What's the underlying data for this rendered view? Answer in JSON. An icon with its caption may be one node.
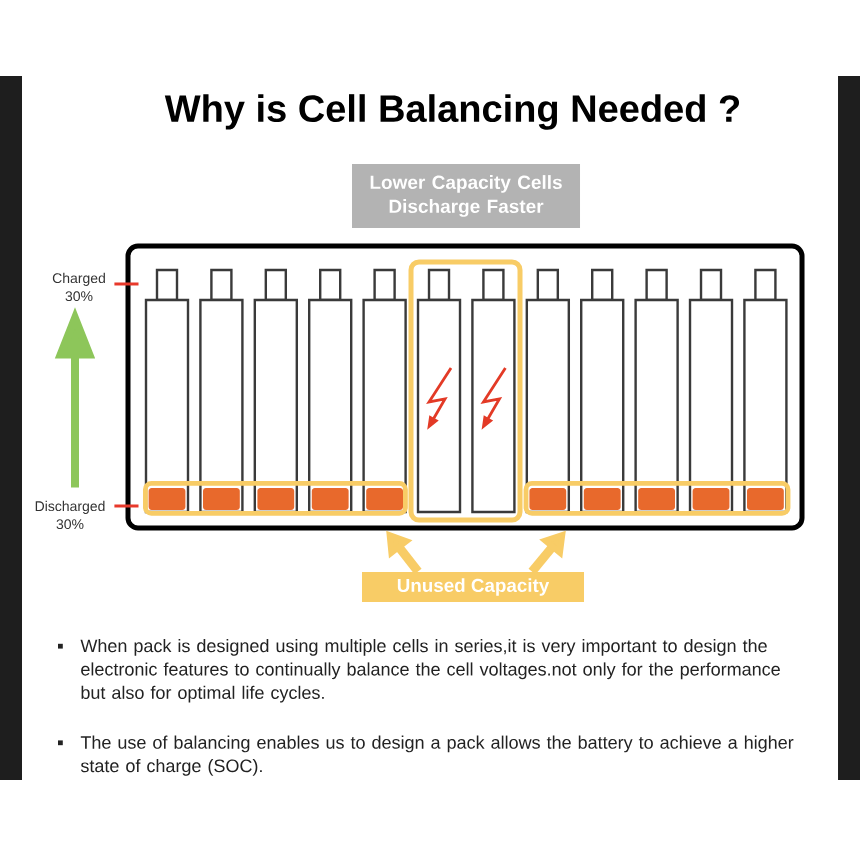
{
  "diagram": {
    "title": "Why is Cell Balancing Needed ?",
    "nodes": [
      {
        "text": [
          "Lower Capacity Cells Discharge Faster"
        ]
      },
      {
        "text": [],
        "shape": "box"
      },
      {
        "text": [
          "Charged 30%"
        ]
      },
      {
        "text": [
          "Discharged 30%"
        ]
      },
      {
        "text": [],
        "shape": "bar",
        "in": 1
      },
      {
        "text": [],
        "shape": "bar",
        "in": 1
      },
      {
        "text": [
          "Unused Capacity"
        ]
      }
    ],
    "edges": [
      {
        "from": 2,
        "to": 1,
        "arrow": "none",
        "color": "#e8392b"
      },
      {
        "from": 3,
        "to": 2,
        "arrow": "to",
        "color": "#8dc65a"
      },
      {
        "from": 3,
        "to": 1,
        "arrow": "none",
        "color": "#e8392b"
      },
      {
        "from": 6,
        "to": 4,
        "arrow": "to",
        "color": "#f8cc66"
      },
      {
        "from": 6,
        "to": 5,
        "arrow": "to",
        "color": "#f8cc66"
      }
    ],
    "labels": [
      "When pack is designed using multiple cells in series,it is very important to design the electronic features to continually balance the cell voltages.not only for the performance but also for optimal life cycles.",
      "The use of balancing enables us to design a pack allows the battery to achieve a higher state of charge (SOC)."
    ]
  }
}
